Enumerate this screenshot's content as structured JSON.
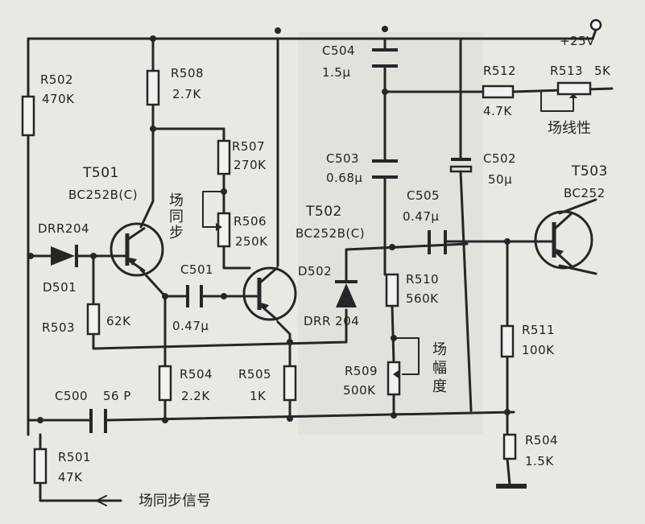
{
  "supply": {
    "label": "+25V"
  },
  "transistors": [
    {
      "ref": "T501",
      "part": "BC252B(C)"
    },
    {
      "ref": "T502",
      "part": "BC252B(C)"
    },
    {
      "ref": "T503",
      "part": "BC252"
    }
  ],
  "diodes": [
    {
      "part": "DRR204",
      "ref": "D501"
    },
    {
      "ref": "D502",
      "part": "DRR 204"
    }
  ],
  "resistors": [
    {
      "ref": "R502",
      "value": "470K"
    },
    {
      "ref": "R508",
      "value": "2.7K"
    },
    {
      "ref": "R507",
      "value": "270K"
    },
    {
      "ref": "R506",
      "value": "250K"
    },
    {
      "ref": "R503",
      "value": "62K"
    },
    {
      "ref": "R504",
      "value": "2.2K"
    },
    {
      "ref": "R505",
      "value": "1K"
    },
    {
      "ref": "R501",
      "value": "47K"
    },
    {
      "ref": "R512",
      "value": "4.7K"
    },
    {
      "ref": "R513",
      "value": "5K"
    },
    {
      "ref": "R510",
      "value": "560K"
    },
    {
      "ref": "R509",
      "value": "500K"
    },
    {
      "ref": "R511",
      "value": "100K"
    },
    {
      "ref": "R504",
      "value": "1.5K"
    }
  ],
  "capacitors": [
    {
      "ref": "C504",
      "value": "1.5μ"
    },
    {
      "ref": "C503",
      "value": "0.68μ"
    },
    {
      "ref": "C502",
      "value": "50μ"
    },
    {
      "ref": "C505",
      "value": "0.47μ"
    },
    {
      "ref": "C501",
      "value": "0.47μ"
    },
    {
      "ref": "C500",
      "value": "56 P"
    }
  ],
  "annotations": {
    "sync_adjust": [
      "场",
      "同",
      "步"
    ],
    "linearity": "场线性",
    "amplitude": [
      "场",
      "幅",
      "度"
    ],
    "sync_signal": "场同步信号"
  }
}
